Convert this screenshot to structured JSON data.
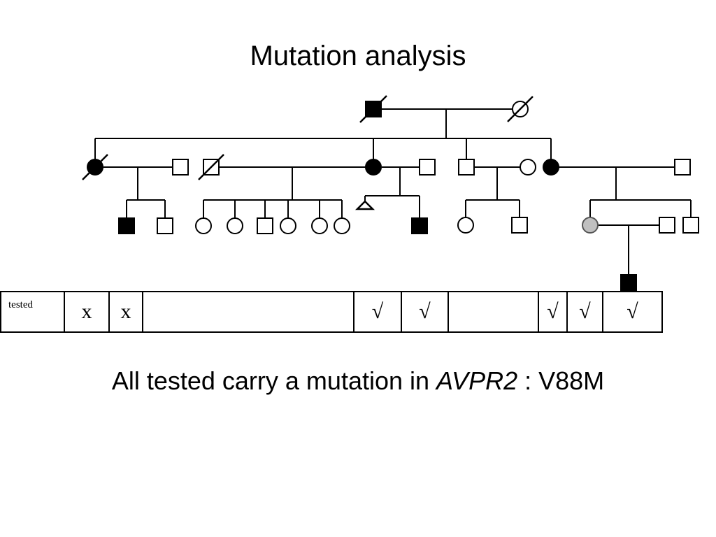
{
  "title": "Mutation analysis",
  "table": {
    "label": "tested",
    "cells": [
      "x",
      "x",
      "",
      "√",
      "√",
      "",
      "√",
      "√",
      "√"
    ]
  },
  "caption": {
    "prefix": "All tested carry a mutation in ",
    "gene": "AVPR2",
    "suffix": " : V88M"
  },
  "colors": {
    "affected": "#000000",
    "carrier": "#c0c0c0",
    "unaffected": "#ffffff"
  }
}
